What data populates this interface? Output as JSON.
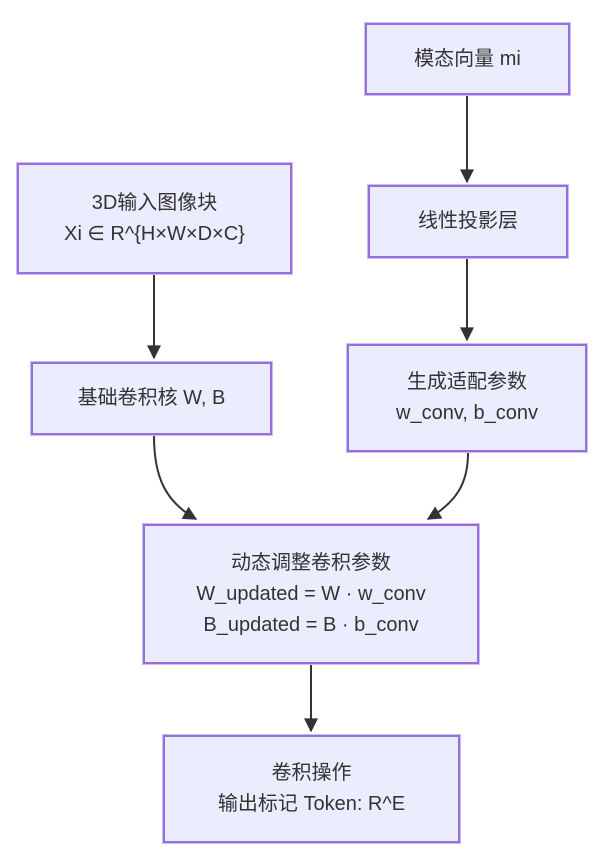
{
  "diagram": {
    "type": "flowchart-top-down",
    "colors": {
      "background": "#ffffff",
      "node_fill": "#ECECFF",
      "node_border": "#9370DB",
      "node_border_halo": "#cdbcf0",
      "text_color": "#333333",
      "arrow_color": "#333333"
    },
    "nodes": [
      {
        "id": "modal-vector",
        "lines": [
          "模态向量 mi"
        ]
      },
      {
        "id": "input-patch",
        "lines": [
          "3D输入图像块",
          "Xi ∈ R^{H×W×D×C}"
        ]
      },
      {
        "id": "linear-projection",
        "lines": [
          "线性投影层"
        ]
      },
      {
        "id": "base-conv-kernel",
        "lines": [
          "基础卷积核 W, B"
        ]
      },
      {
        "id": "adapt-params",
        "lines": [
          "生成适配参数",
          "w_conv, b_conv"
        ]
      },
      {
        "id": "dynamic-adjust",
        "lines": [
          "动态调整卷积参数",
          "W_updated = W · w_conv",
          "B_updated = B · b_conv"
        ]
      },
      {
        "id": "conv-operation",
        "lines": [
          "卷积操作",
          "输出标记 Token: R^E"
        ]
      }
    ],
    "edges": [
      {
        "from": "modal-vector",
        "to": "linear-projection"
      },
      {
        "from": "input-patch",
        "to": "base-conv-kernel"
      },
      {
        "from": "linear-projection",
        "to": "adapt-params"
      },
      {
        "from": "base-conv-kernel",
        "to": "dynamic-adjust"
      },
      {
        "from": "adapt-params",
        "to": "dynamic-adjust"
      },
      {
        "from": "dynamic-adjust",
        "to": "conv-operation"
      }
    ]
  }
}
